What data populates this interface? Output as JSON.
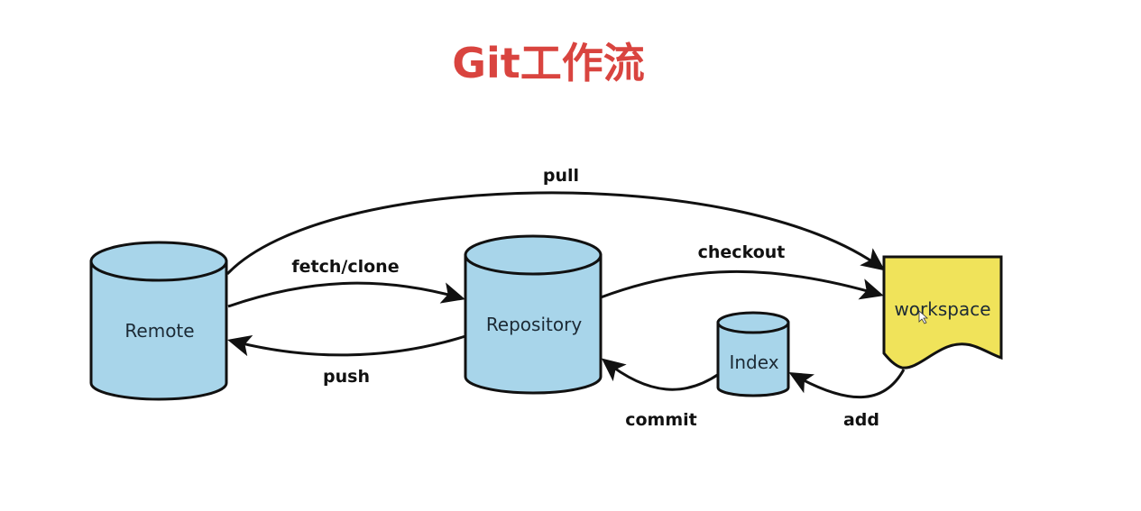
{
  "title": "Git工作流",
  "colors": {
    "title": "#d9443f",
    "cylinder_fill": "#a8d5ea",
    "workspace_fill": "#f0e35a",
    "line": "#111111"
  },
  "nodes": {
    "remote": {
      "label": "Remote",
      "shape": "cylinder"
    },
    "repository": {
      "label": "Repository",
      "shape": "cylinder"
    },
    "index": {
      "label": "Index",
      "shape": "cylinder"
    },
    "workspace": {
      "label": "workspace",
      "shape": "document"
    }
  },
  "edges": {
    "pull": {
      "label": "pull",
      "from": "Remote",
      "to": "workspace"
    },
    "fetch_clone": {
      "label": "fetch/clone",
      "from": "Remote",
      "to": "Repository"
    },
    "push": {
      "label": "push",
      "from": "Repository",
      "to": "Remote"
    },
    "checkout": {
      "label": "checkout",
      "from": "Repository",
      "to": "workspace"
    },
    "commit": {
      "label": "commit",
      "from": "Index",
      "to": "Repository"
    },
    "add": {
      "label": "add",
      "from": "workspace",
      "to": "Index"
    }
  },
  "cursor_icon": "mouse-pointer-icon"
}
